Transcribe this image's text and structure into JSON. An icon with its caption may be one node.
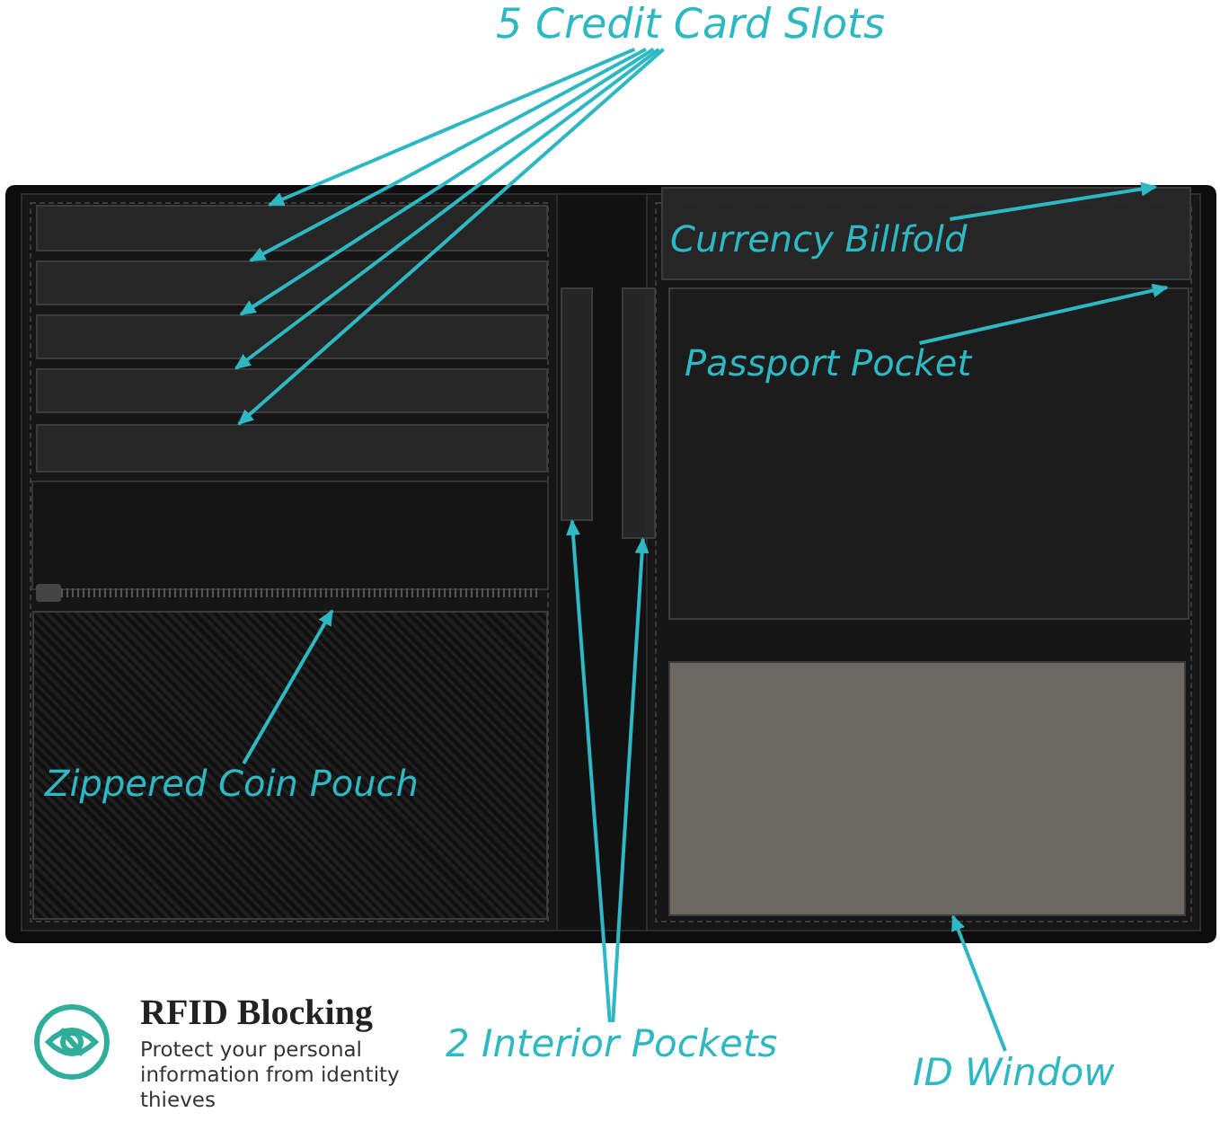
{
  "diagram": {
    "nodes": [
      {
        "text": [
          "5 Credit Card Slots"
        ]
      },
      {
        "text": [],
        "shape": "box"
      },
      {
        "text": [],
        "shape": "box"
      },
      {
        "text": [],
        "shape": "box"
      },
      {
        "text": [],
        "shape": "box"
      },
      {
        "text": [],
        "shape": "box"
      },
      {
        "text": [
          "Currency Billfold"
        ],
        "in": 7
      },
      {
        "text": [],
        "shape": "box"
      },
      {
        "text": [
          "Passport Pocket"
        ],
        "in": 9
      },
      {
        "text": [],
        "shape": "box"
      },
      {
        "text": [
          "Zippered Coin Pouch"
        ],
        "in": 11
      },
      {
        "text": [],
        "shape": "box"
      },
      {
        "text": [
          "2 Interior Pockets"
        ]
      },
      {
        "text": [],
        "shape": "box"
      },
      {
        "text": [],
        "shape": "box"
      },
      {
        "text": [
          "ID Window"
        ]
      },
      {
        "text": [],
        "shape": "box"
      }
    ],
    "edges": [
      {
        "from": 0,
        "to": 1,
        "arrow": "to"
      },
      {
        "from": 0,
        "to": 2,
        "arrow": "to"
      },
      {
        "from": 0,
        "to": 3,
        "arrow": "to"
      },
      {
        "from": 0,
        "to": 4,
        "arrow": "to"
      },
      {
        "from": 0,
        "to": 5,
        "arrow": "to"
      },
      {
        "from": 6,
        "to": 7,
        "arrow": "to"
      },
      {
        "from": 8,
        "to": 9,
        "arrow": "to"
      },
      {
        "from": 10,
        "to": 11,
        "arrow": "to"
      },
      {
        "from": 12,
        "to": 13,
        "arrow": "to"
      },
      {
        "from": 12,
        "to": 14,
        "arrow": "to"
      },
      {
        "from": 15,
        "to": 16,
        "arrow": "to"
      }
    ],
    "labels": [
      "RFID Blocking",
      "Protect your personal information from identity thieves"
    ]
  }
}
